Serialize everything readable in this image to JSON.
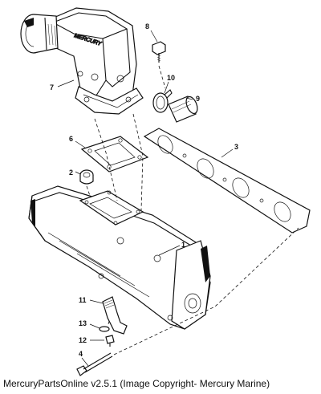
{
  "callouts": {
    "c1": "1",
    "c2": "2",
    "c3": "3",
    "c4": "4",
    "c6": "6",
    "c7": "7",
    "c8": "8",
    "c9": "9",
    "c10": "10",
    "c11": "11",
    "c12": "12",
    "c13": "13"
  },
  "riser_cast_text": "MERCURY",
  "caption": "MercuryPartsOnline v2.5.1 (Image Copyright- Mercury Marine)"
}
